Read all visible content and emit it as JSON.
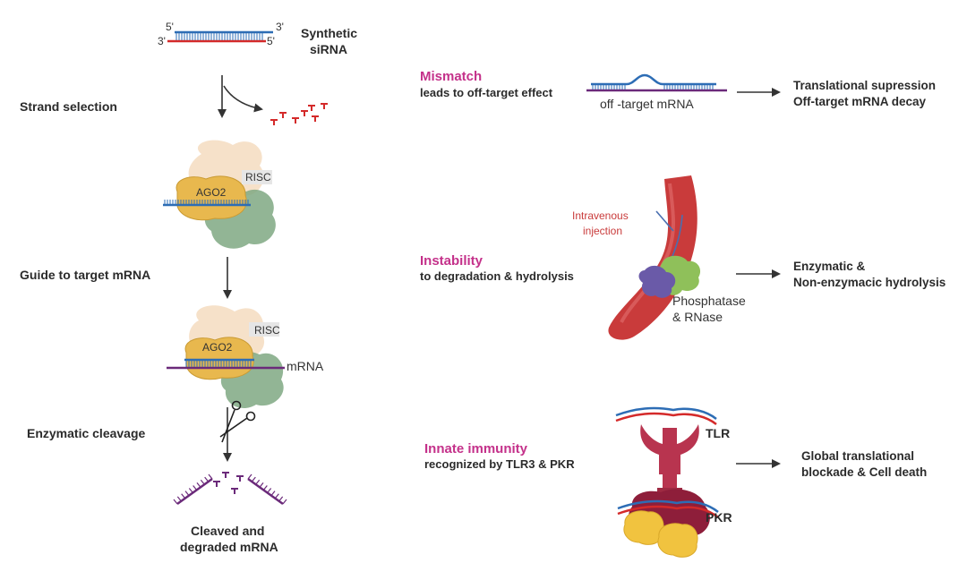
{
  "left": {
    "strand_5_top": "5'",
    "strand_3_top": "3'",
    "strand_3_bottom": "3'",
    "strand_5_bottom": "5'",
    "synthetic_line1": "Synthetic",
    "synthetic_line2": "siRNA",
    "strand_selection": "Strand selection",
    "risc_label_1": "RISC",
    "ago2_label_1": "AGO2",
    "guide_to_target": "Guide to target mRNA",
    "risc_label_2": "RISC",
    "ago2_label_2": "AGO2",
    "mrna_label": "mRNA",
    "enzymatic_cleavage": "Enzymatic cleavage",
    "cleaved_line1": "Cleaved and",
    "cleaved_line2": "degraded mRNA"
  },
  "mismatch": {
    "title": "Mismatch",
    "subtitle": "leads to off-target effect",
    "mrna_label": "off -target mRNA",
    "result_line1": "Translational supression",
    "result_line2": "Off-target mRNA decay"
  },
  "instability": {
    "title": "Instability",
    "subtitle": "to degradation & hydrolysis",
    "injection_line1": "Intravenous",
    "injection_line2": "injection",
    "enzyme_line1": "Phosphatase",
    "enzyme_line2": "& RNase",
    "result_line1": "Enzymatic &",
    "result_line2": "Non-enzymacic hydrolysis"
  },
  "immunity": {
    "title": "Innate immunity",
    "subtitle": "recognized by TLR3 & PKR",
    "tlr_label": "TLR",
    "pkr_label": "PKR",
    "result_line1": "Global translational",
    "result_line2": "blockade & Cell death"
  },
  "colors": {
    "sense_strand": "#2d6db5",
    "antisense_strand": "#d42a2a",
    "mrna_strand": "#6b2a7a",
    "highlight_title": "#c4318a",
    "ago2": "#e8b84e",
    "risc_green": "#7fa882",
    "vessel": "#c93b3b"
  }
}
